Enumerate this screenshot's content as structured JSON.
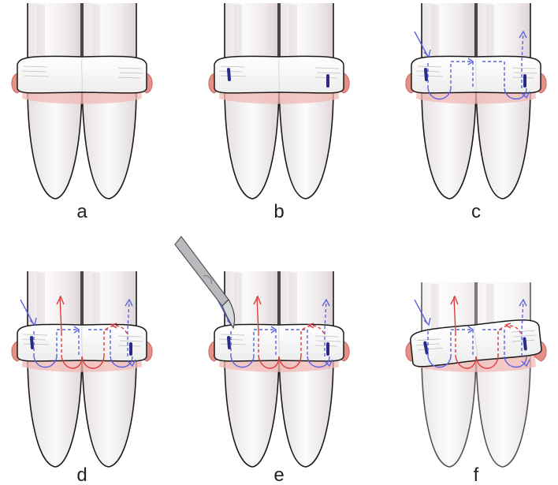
{
  "colors": {
    "tooth_outline": "#1a1a1a",
    "tooth_fill": "#f4f2f3",
    "tooth_shade": "#d9cfd2",
    "gingiva": "#f1b8b4",
    "gingiva_edge": "#e58f86",
    "bandage": "#f8f8f8",
    "suture_blue": "#5a63e0",
    "suture_red": "#e03c3c",
    "marker": "#2a2a8c",
    "scalpel": "#b8babd"
  },
  "icons": {
    "scalpel": "scalpel-icon"
  },
  "panels": [
    {
      "label": "a",
      "stage": "base",
      "markers": false,
      "blue_suture": false,
      "red_suture": false,
      "scalpel": false
    },
    {
      "label": "b",
      "stage": "base",
      "markers": true,
      "blue_suture": false,
      "red_suture": false,
      "scalpel": false
    },
    {
      "label": "c",
      "stage": "base",
      "markers": true,
      "blue_suture": true,
      "red_suture": false,
      "scalpel": false
    },
    {
      "label": "d",
      "stage": "base",
      "markers": true,
      "blue_suture": true,
      "red_suture": true,
      "scalpel": false
    },
    {
      "label": "e",
      "stage": "base",
      "markers": true,
      "blue_suture": true,
      "red_suture": true,
      "scalpel": true
    },
    {
      "label": "f",
      "stage": "tilted",
      "markers": true,
      "blue_suture": true,
      "red_suture": true,
      "scalpel": false
    }
  ]
}
